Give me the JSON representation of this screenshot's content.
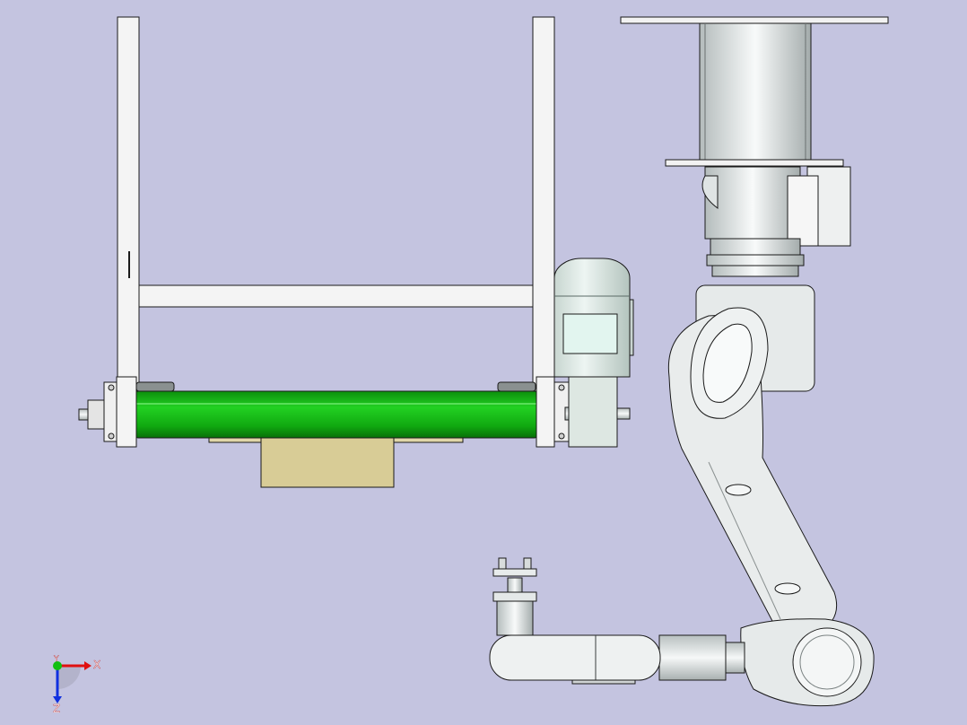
{
  "viewport": {
    "background": "#c4c4e0"
  },
  "colors": {
    "edge": "#1a1a1a",
    "frame_fill": "#f4f4f4",
    "roller_green": "#11b011",
    "box_fill": "#d8cc96",
    "motor_fill": "#dde7e2",
    "motor_label_fill": "#e2f5ef",
    "robot_fill": "#e9ecec",
    "mount_fill": "#f2f2f2"
  },
  "triad": {
    "x_label": "X",
    "y_label": "Y",
    "z_label": "Z",
    "x_color": "#e01010",
    "y_color": "#10c010",
    "z_color": "#1030e0"
  }
}
